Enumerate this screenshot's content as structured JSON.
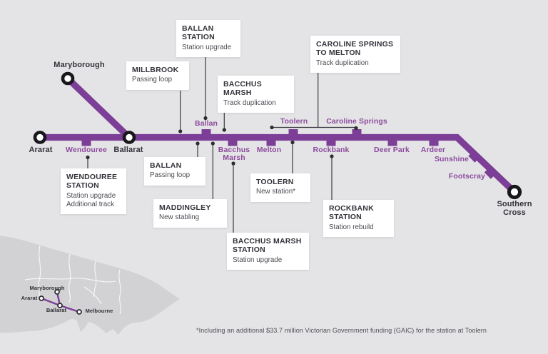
{
  "colors": {
    "background": "#E4E4E6",
    "line_purple": "#7C3E97",
    "station_label_purple": "#8C4B9C",
    "dark_text": "#33333B",
    "callout_bg": "#FFFFFF",
    "inset_map_fill": "#D2D2D4"
  },
  "stations": {
    "ararat": "Ararat",
    "maryborough": "Maryborough",
    "wendouree": "Wendouree",
    "ballarat": "Ballarat",
    "ballan": "Ballan",
    "bacchus_marsh": "Bacchus Marsh",
    "melton": "Melton",
    "toolern": "Toolern",
    "rockbank": "Rockbank",
    "caroline_springs": "Caroline Springs",
    "deer_park": "Deer Park",
    "ardeer": "Ardeer",
    "sunshine": "Sunshine",
    "footscray": "Footscray",
    "southern_cross": "Southern Cross"
  },
  "callouts": {
    "millbrook": {
      "title": "MILLBROOK",
      "desc": "Passing loop"
    },
    "ballan_station": {
      "title": "BALLAN STATION",
      "desc": "Station upgrade"
    },
    "bacchus_marsh_duplication": {
      "title": "BACCHUS MARSH",
      "desc": "Track duplication"
    },
    "caroline_springs_to_melton": {
      "title": "CAROLINE SPRINGS",
      "title2": "TO MELTON",
      "desc": "Track duplication"
    },
    "wendouree_station": {
      "title": "WENDOUREE STATION",
      "desc": "Station upgrade",
      "desc2": "Additional track"
    },
    "ballan_loop": {
      "title": "BALLAN",
      "desc": "Passing loop"
    },
    "maddingley": {
      "title": "MADDINGLEY",
      "desc": "New stabling"
    },
    "toolern": {
      "title": "TOOLERN",
      "desc": "New station*"
    },
    "bacchus_marsh_station": {
      "title": "BACCHUS MARSH STATION",
      "desc": "Station upgrade"
    },
    "rockbank_station": {
      "title": "ROCKBANK STATION",
      "desc": "Station rebuild"
    }
  },
  "inset": {
    "maryborough": "Maryborough",
    "ararat": "Ararat",
    "ballarat": "Ballarat",
    "melbourne": "Melbourne"
  },
  "footnote": "*Including an additional $33.7 million Victorian Government funding (GAIC) for the station at Toolern"
}
